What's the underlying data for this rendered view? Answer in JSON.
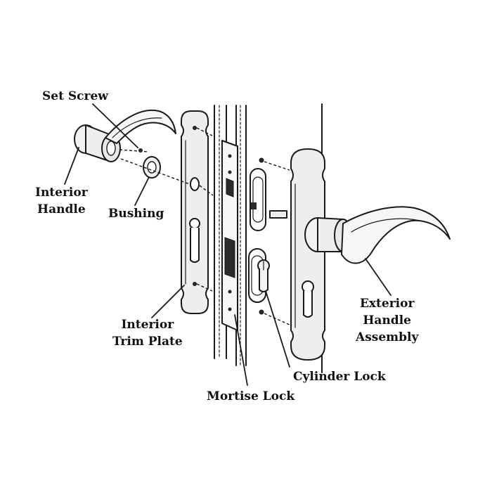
{
  "labels": {
    "set_screw": "Set Screw",
    "interior_handle_line1": "Interior",
    "interior_handle_line2": "Handle",
    "bushing": "Bushing",
    "interior_trim_plate_line1": "Interior",
    "interior_trim_plate_line2": "Trim Plate",
    "mortise_lock": "Mortise Lock",
    "cylinder_lock": "Cylinder Lock",
    "exterior_handle_line1": "Exterior",
    "exterior_handle_line2": "Handle",
    "exterior_handle_line3": "Assembly"
  },
  "colors": {
    "ink": "#1a1a1a",
    "metal": "#eeeeee",
    "background": "#ffffff"
  }
}
